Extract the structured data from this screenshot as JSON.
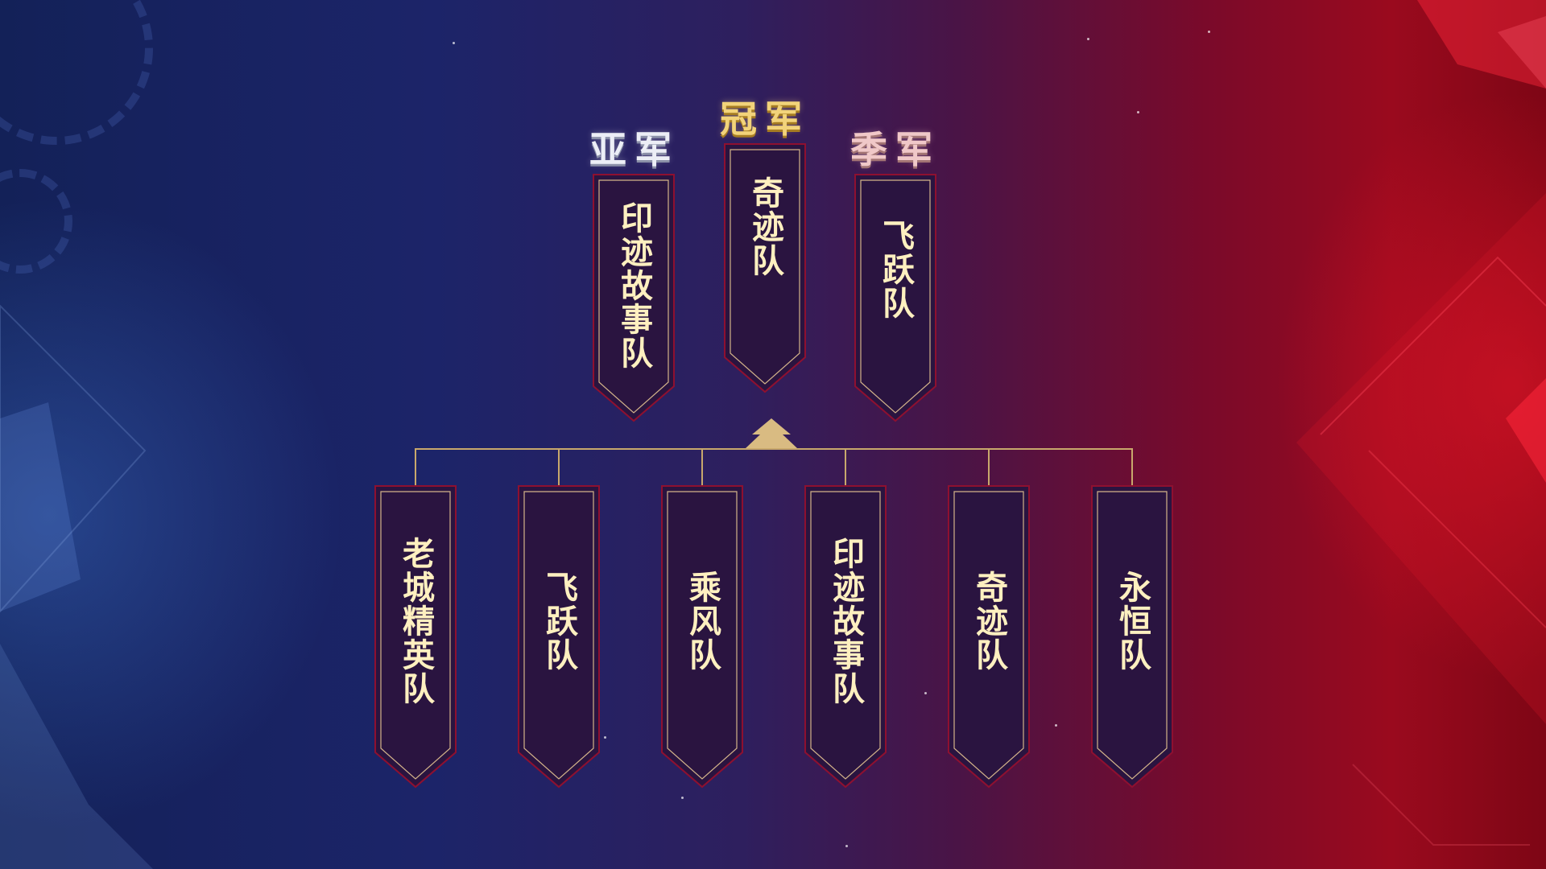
{
  "podium": {
    "second": {
      "title": "亚军",
      "team": "印迹故事队"
    },
    "first": {
      "title": "冠军",
      "team": "奇迹队"
    },
    "third": {
      "title": "季军",
      "team": "飞跃队"
    }
  },
  "participants": [
    "老城精英队",
    "飞跃队",
    "乘风队",
    "印迹故事队",
    "奇迹队",
    "永恒队"
  ],
  "colors": {
    "banner_fill": "#2a1440",
    "banner_border": "#8e1030",
    "banner_inner_line": "#d4b48a",
    "text": "#fff0c0",
    "connector": "#c8a86c"
  }
}
